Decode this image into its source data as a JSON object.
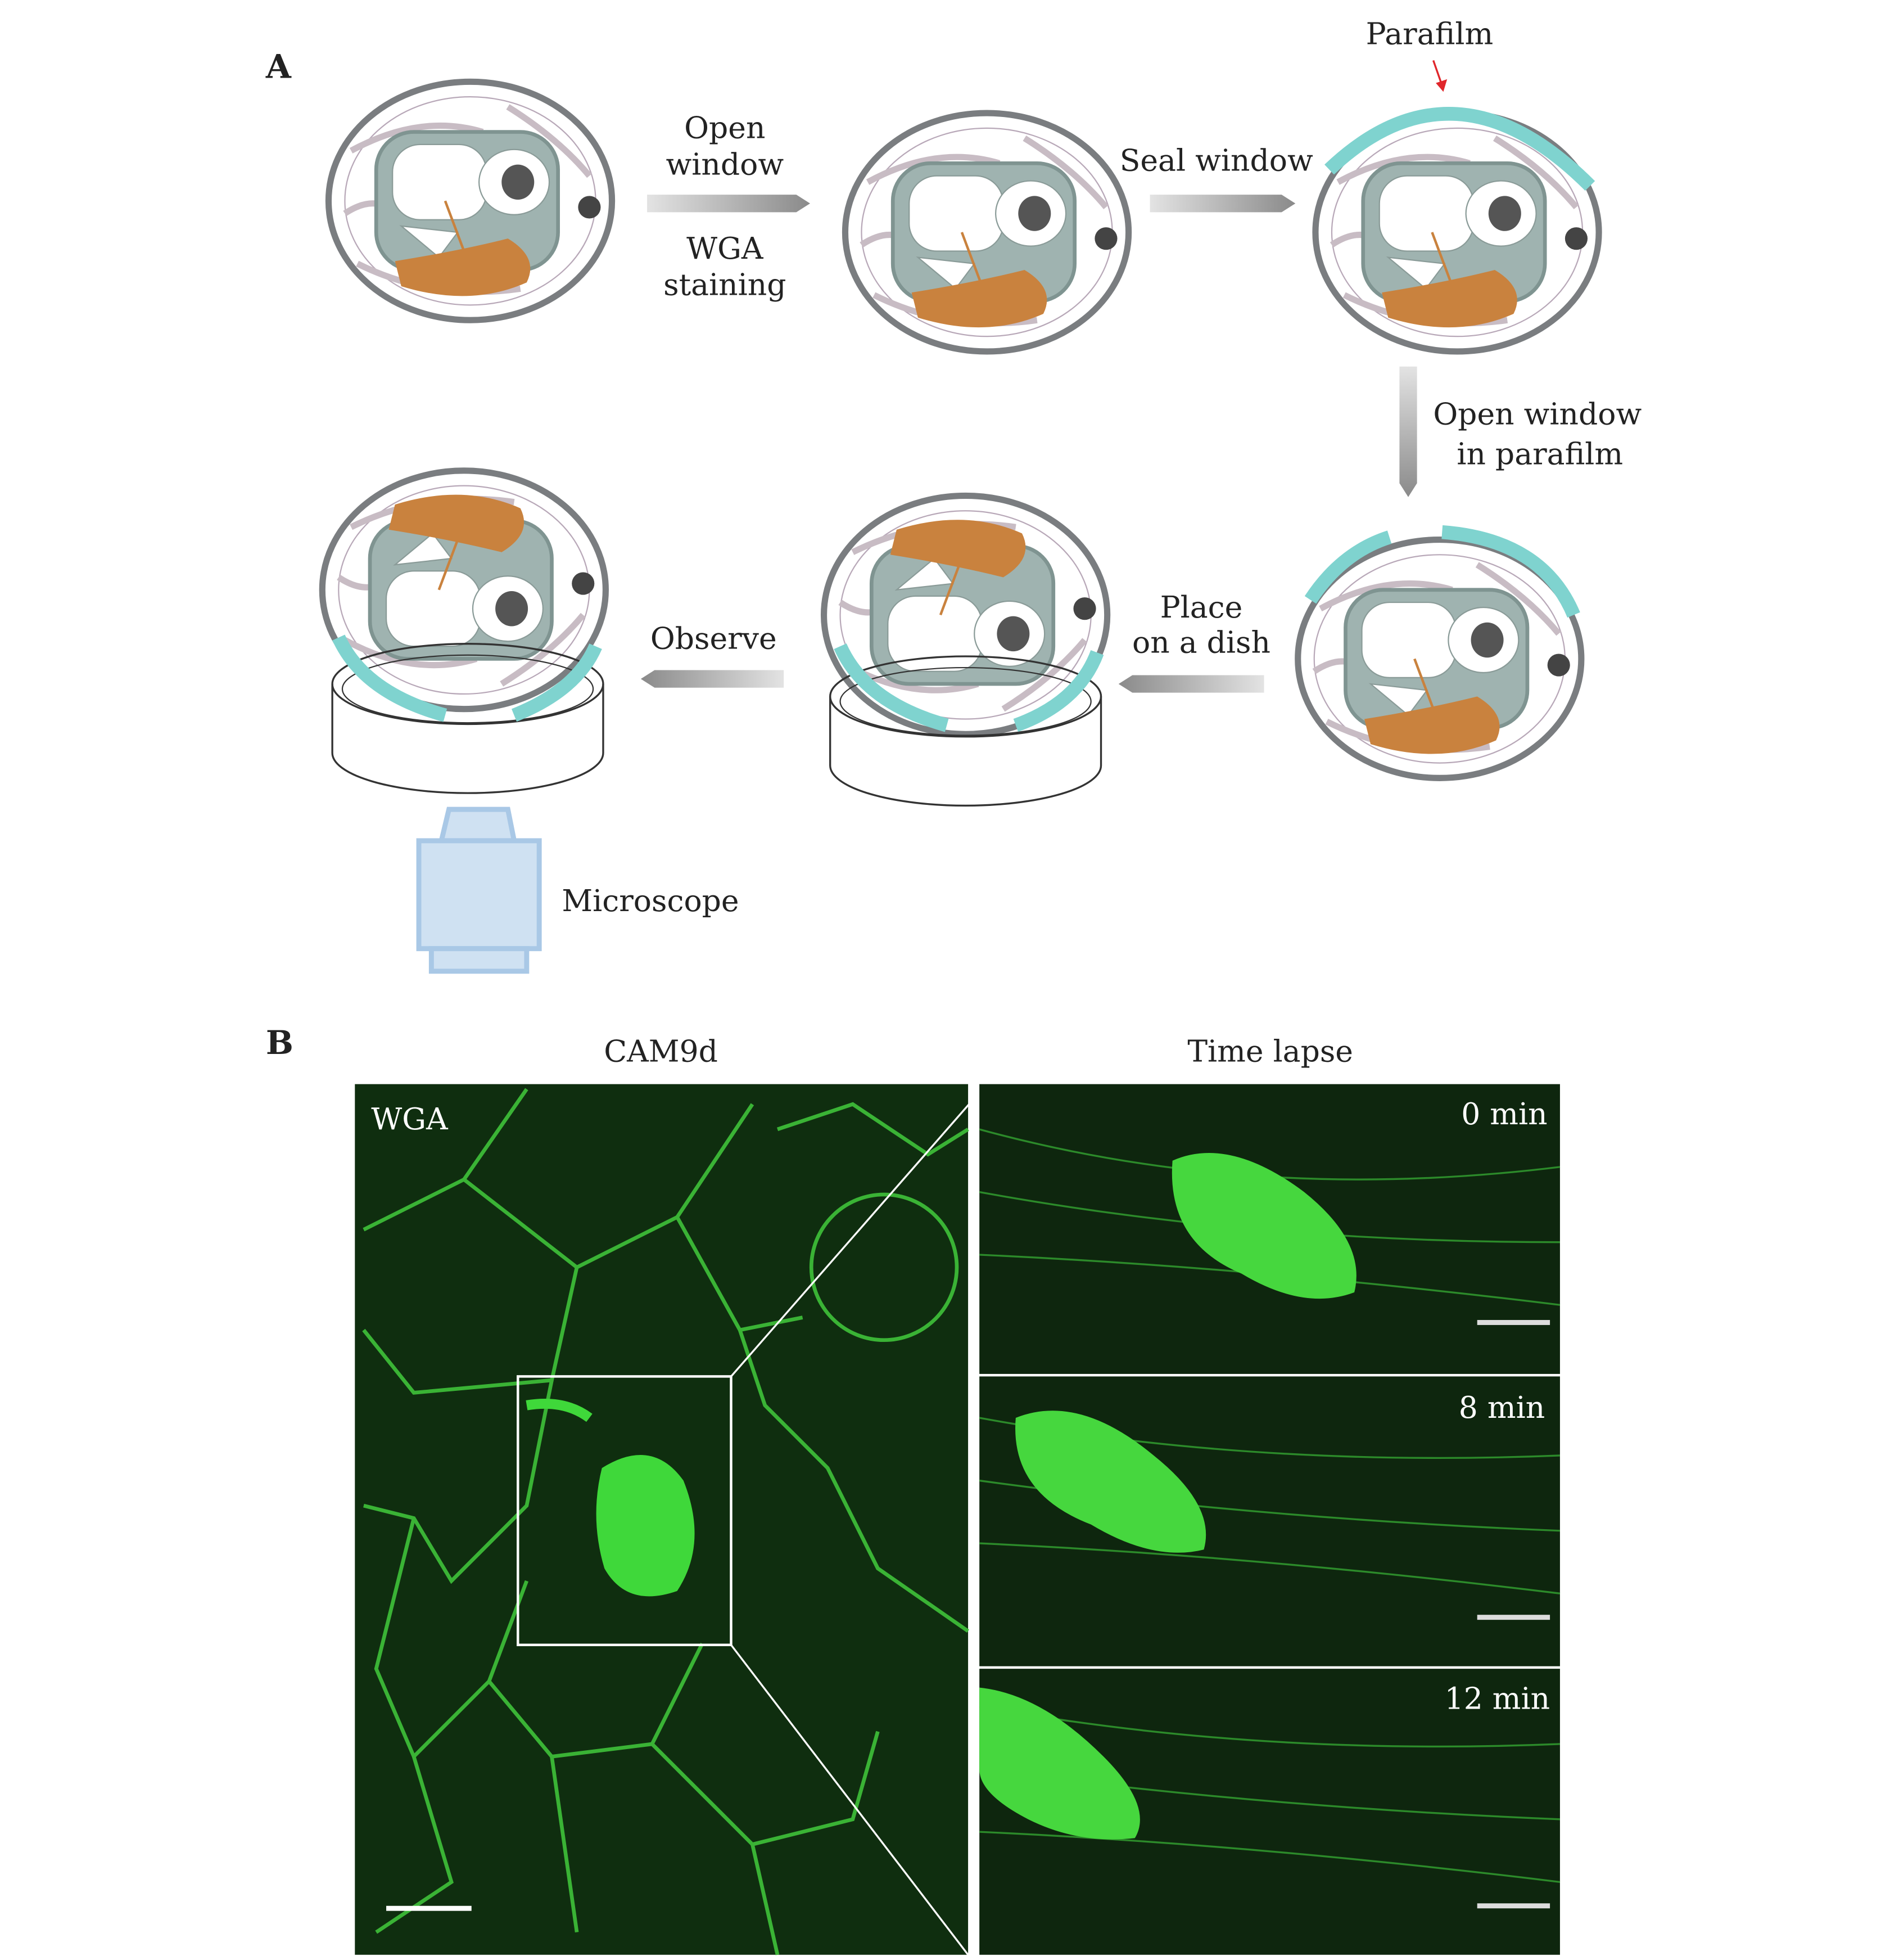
{
  "panel_a": {
    "label": "A",
    "parafilm": "Parafilm",
    "step1": [
      "Open",
      "window"
    ],
    "step1b": [
      "WGA",
      "staining"
    ],
    "step2": "Seal window",
    "step3": [
      "Open window",
      "in  parafilm"
    ],
    "step4": [
      "Place",
      "on a dish"
    ],
    "step5": "Observe",
    "microscope": "Microscope",
    "colors": {
      "parafilm": "#7fd3cf",
      "yolk": "#c9823e",
      "shell": "#7a7d80",
      "arrow_red": "#e0262b",
      "microscope": "#cfe1f2"
    }
  },
  "panel_b": {
    "label": "B",
    "left_title": "CAM9d",
    "right_title": "Time lapse",
    "stain": "WGA",
    "times": [
      "0 min",
      "8 min",
      "12 min"
    ],
    "colors": {
      "signal": "#3fd83a",
      "background": "#0d2a0d"
    }
  }
}
